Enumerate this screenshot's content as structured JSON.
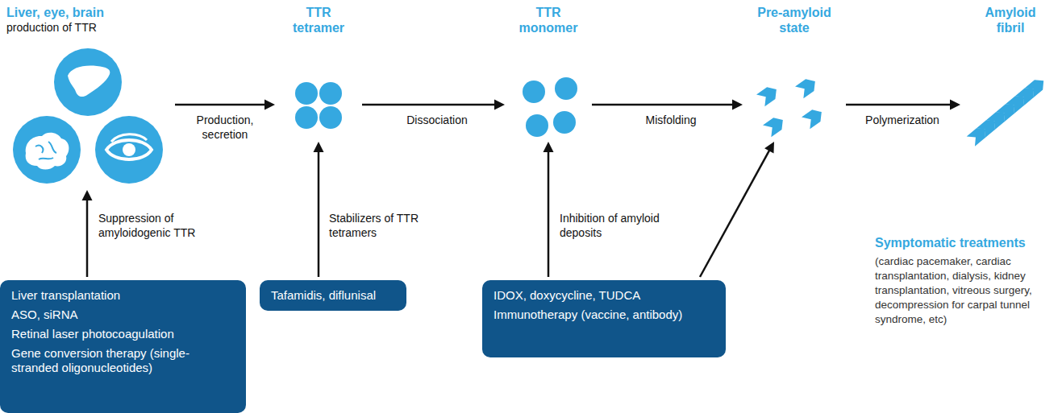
{
  "diagram": {
    "nodes": [
      {
        "text": [
          "Liver, eye, brain",
          "production of TTR"
        ]
      },
      {
        "text": [
          "TTR tetramer"
        ]
      },
      {
        "text": [
          "TTR monomer"
        ]
      },
      {
        "text": [
          "Pre-amyloid state"
        ]
      },
      {
        "text": [
          "Amyloid fibril"
        ]
      },
      {
        "text": [
          "Liver transplantation",
          "ASO, siRNA",
          "Retinal laser photocoagulation",
          "Gene conversion therapy (single-stranded oligonucleotides)"
        ]
      },
      {
        "text": [
          "Tafamidis, diflunisal"
        ]
      },
      {
        "text": [
          "IDOX, doxycycline, TUDCA",
          "Immunotherapy (vaccine, antibody)"
        ]
      },
      {
        "text": [
          "Symptomatic treatments",
          "(cardiac pacemaker, cardiac transplantation, dialysis, kidney transplantation, vitreous surgery, decompression for carpal tunnel syndrome, etc)"
        ]
      }
    ],
    "edges": [
      {
        "from": 0,
        "to": 1,
        "label": "Production, secretion",
        "arrow": "to"
      },
      {
        "from": 1,
        "to": 2,
        "label": "Dissociation",
        "arrow": "to"
      },
      {
        "from": 2,
        "to": 3,
        "label": "Misfolding",
        "arrow": "to"
      },
      {
        "from": 3,
        "to": 4,
        "label": "Polymerization",
        "arrow": "to"
      },
      {
        "from": 5,
        "to": 0,
        "label": "Suppression of amyloidogenic TTR",
        "arrow": "to"
      },
      {
        "from": 6,
        "to": 1,
        "label": "Stabilizers of TTR tetramers",
        "arrow": "to"
      },
      {
        "from": 7,
        "to": 2,
        "label": "Inhibition of amyloid deposits",
        "arrow": "to"
      },
      {
        "from": 7,
        "to": 3,
        "arrow": "to"
      }
    ]
  }
}
